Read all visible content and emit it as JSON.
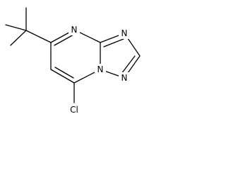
{
  "molecule": {
    "atoms": {
      "n_upper": "N",
      "n_right_top": "N",
      "n_right_bottom": "N",
      "n_bridge": "N",
      "cl": "Cl"
    }
  }
}
